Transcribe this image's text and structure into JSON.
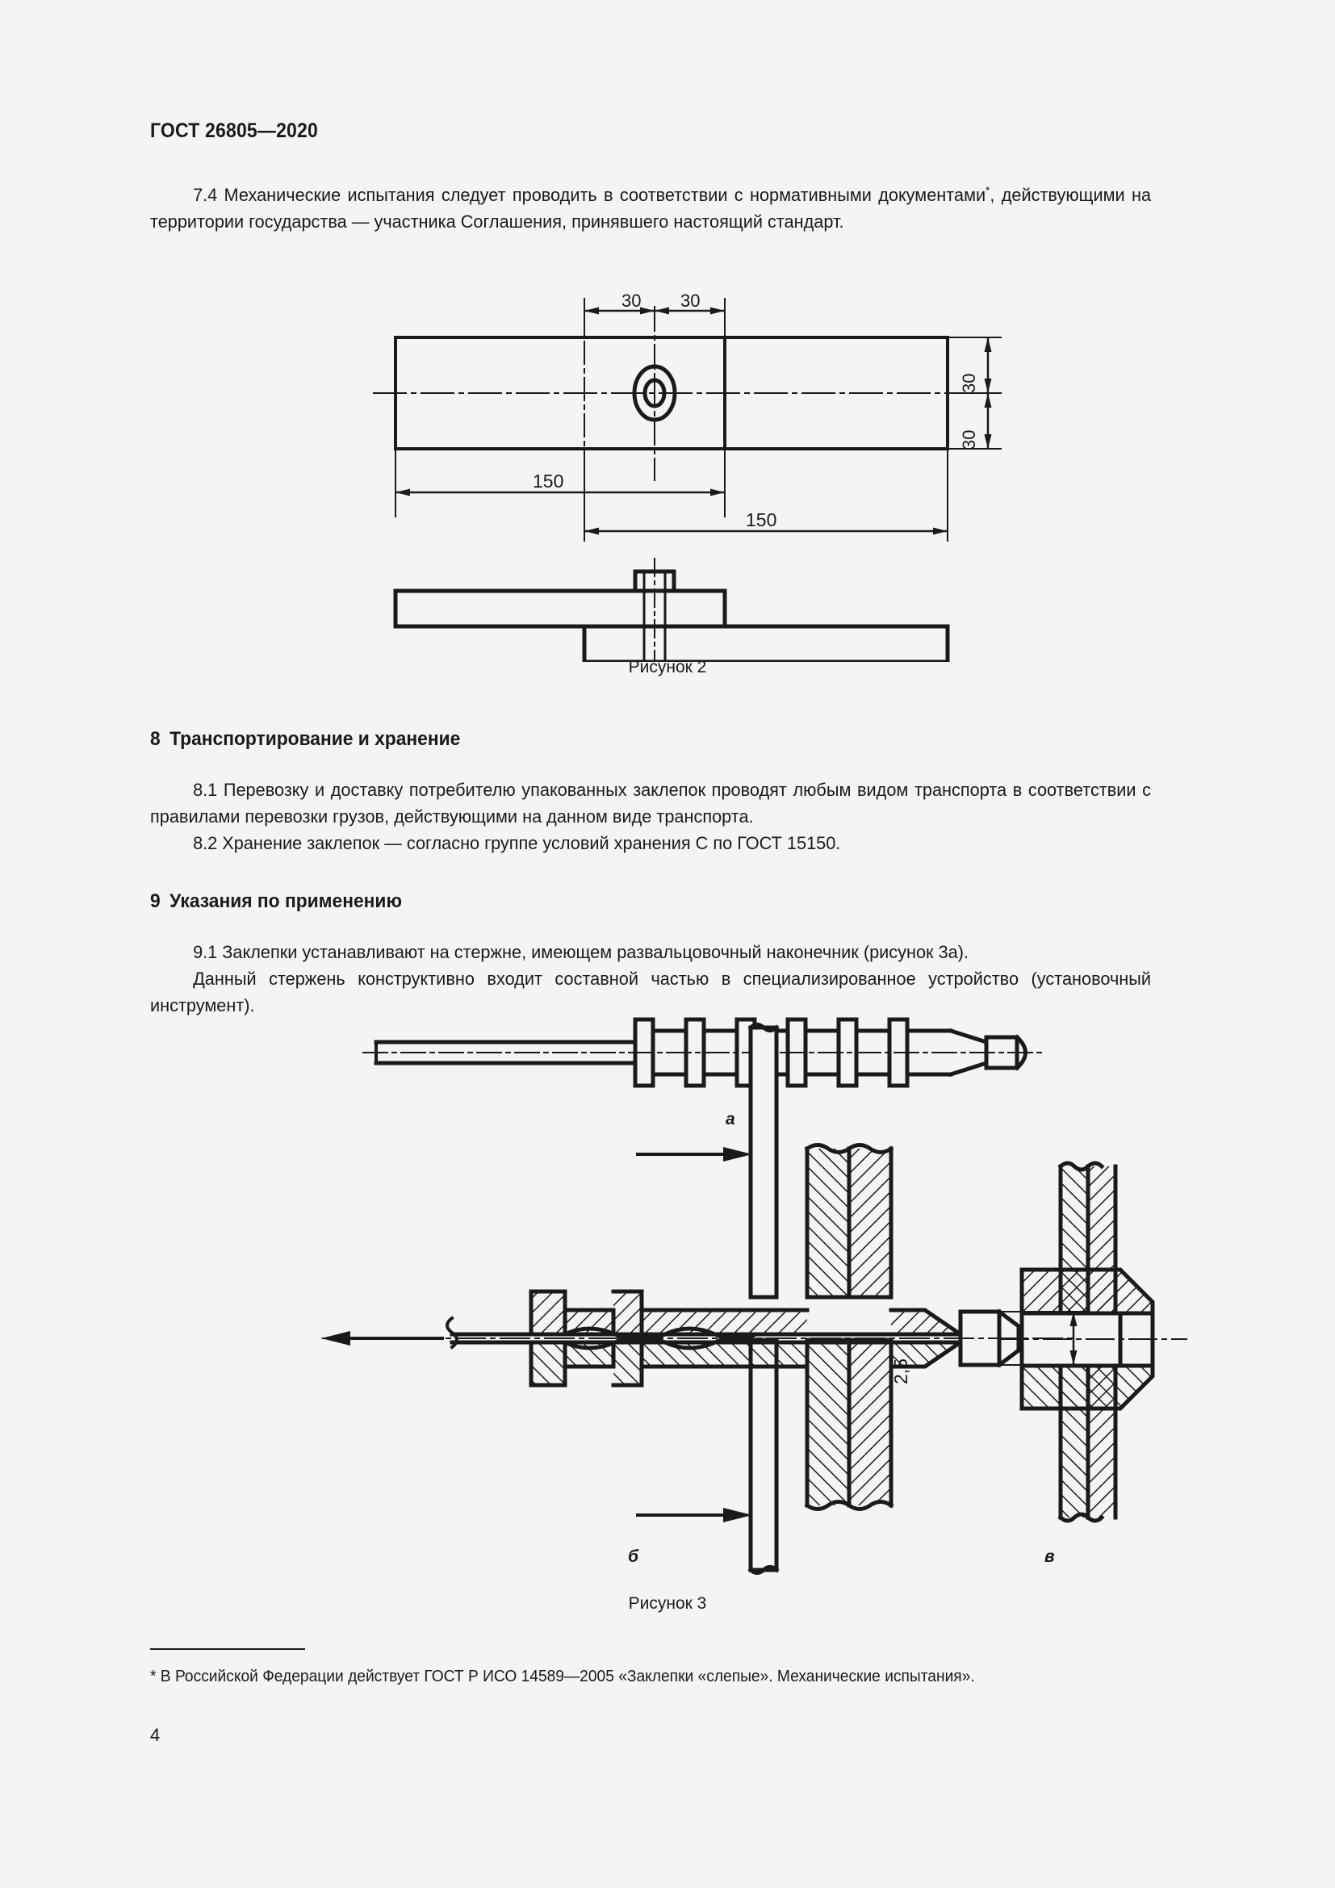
{
  "document": {
    "standard_header": "ГОСТ 26805—2020",
    "page_number": "4"
  },
  "clauses": {
    "c74": "7.4  Механические испытания следует проводить в соответствии с нормативными документами",
    "c74_footnote_marker": "*",
    "c74_cont": ", действующими на территории государства — участника Соглашения, принявшего настоящий стандарт."
  },
  "sections": [
    {
      "number": "8",
      "title": "Транспортирование и хранение",
      "paragraphs": [
        "8.1  Перевозку и доставку потребителю упакованных заклепок проводят любым видом транспорта в соответствии с правилами перевозки грузов, действующими на данном виде транспорта.",
        "8.2  Хранение заклепок — согласно группе условий хранения С по ГОСТ 15150."
      ]
    },
    {
      "number": "9",
      "title": "Указания по применению",
      "paragraphs": [
        "9.1  Заклепки устанавливают на стержне, имеющем развальцовочный наконечник (рисунок 3а).",
        "Данный  стержень  конструктивно  входит  составной  частью  в  специализированное  устройство (установочный инструмент)."
      ]
    }
  ],
  "figure2": {
    "caption": "Рисунок 2",
    "dimensions": {
      "d30_left": "30",
      "d30_right": "30",
      "h30_top": "30",
      "h30_bottom": "30",
      "len150_upper": "150",
      "len150_lower": "150"
    }
  },
  "figure3": {
    "caption": "Рисунок 3",
    "labels": {
      "a": "а",
      "b": "б",
      "v": "в"
    },
    "dimensions": {
      "gap": "2,5"
    }
  },
  "footnote": {
    "marker": "*",
    "text": "* В  Российской  Федерации  действует  ГОСТ  Р  ИСО  14589—2005  «Заклепки  «слепые».  Механические испытания»."
  },
  "colors": {
    "page_background": "#f4f4f3",
    "ink": "#1a1a1a"
  }
}
